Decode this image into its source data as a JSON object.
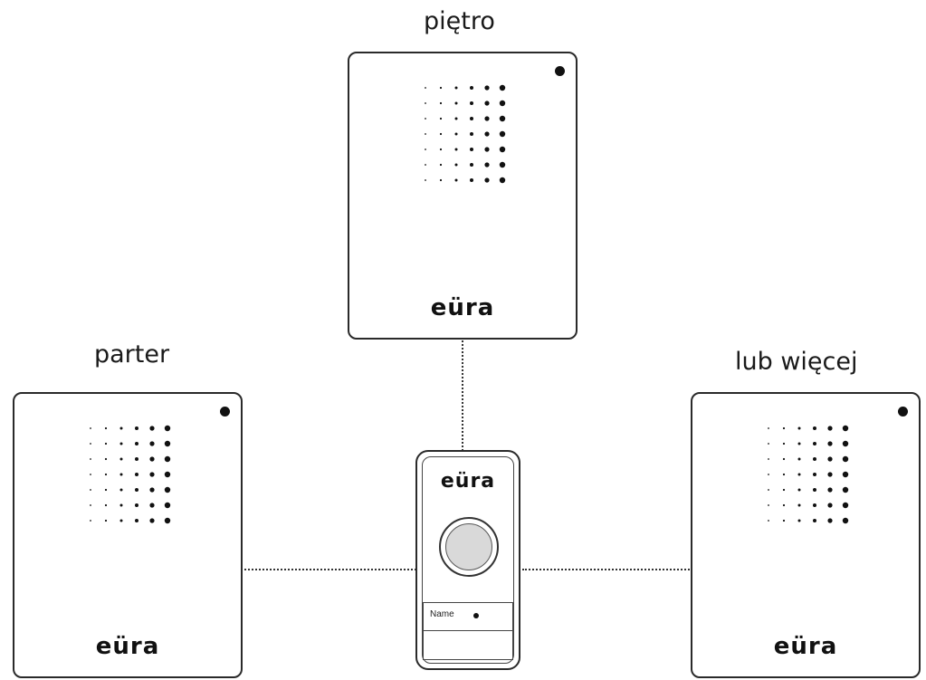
{
  "labels": {
    "top": "piętro",
    "left": "parter",
    "right": "lub więcej"
  },
  "brand": "eüra",
  "push_button": {
    "name_label": "Name"
  },
  "colors": {
    "stroke": "#2a2a2a",
    "button_fill": "#d9d9d9"
  },
  "icons": [
    "speaker-grille-icon",
    "led-indicator-icon",
    "bell-button-icon"
  ]
}
